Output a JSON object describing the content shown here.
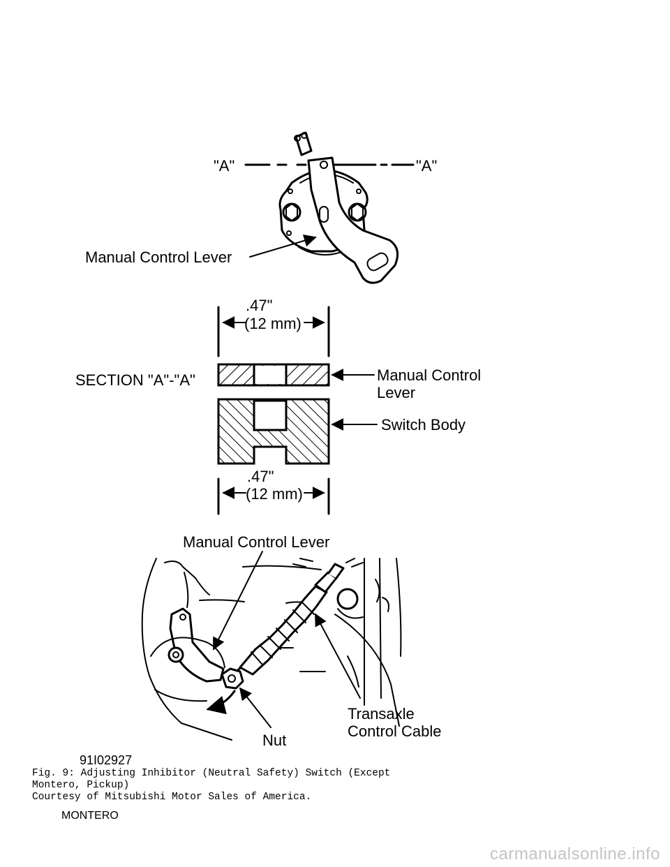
{
  "figure": {
    "top": {
      "section_mark_left": "\"A\"",
      "section_mark_right": "\"A\"",
      "lever_label": "Manual Control Lever"
    },
    "section": {
      "top_dim_value": ".47\"",
      "top_dim_metric": "(12 mm)",
      "section_label": "SECTION \"A\"-\"A\"",
      "lever_label_line1": "Manual Control",
      "lever_label_line2": "Lever",
      "switch_label": "Switch Body",
      "bottom_dim_value": ".47\"",
      "bottom_dim_metric": "(12 mm)"
    },
    "bottom": {
      "lever_label": "Manual Control Lever",
      "cable_label_line1": "Transaxle",
      "cable_label_line2": "Control Cable",
      "nut_label": "Nut"
    },
    "figure_id": "91I02927"
  },
  "caption": {
    "line1": "Fig. 9:  Adjusting Inhibitor (Neutral Safety) Switch (Except",
    "line2": "Montero, Pickup)",
    "line3": "Courtesy of Mitsubishi Motor Sales of America."
  },
  "vehicle": "MONTERO",
  "watermark": "carmanualsonline.info"
}
